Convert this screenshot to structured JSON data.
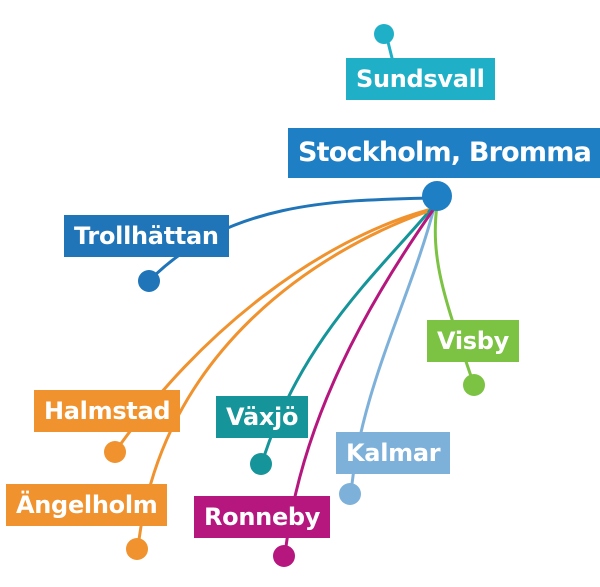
{
  "hub": {
    "name": "Stockholm, Bromma",
    "color": "#1f7fc4"
  },
  "destinations": [
    {
      "name": "Sundsvall",
      "color": "#1fb0c8"
    },
    {
      "name": "Trollhättan",
      "color": "#1f75b8"
    },
    {
      "name": "Visby",
      "color": "#7cc243"
    },
    {
      "name": "Halmstad",
      "color": "#f0922e"
    },
    {
      "name": "Växjö",
      "color": "#15949a"
    },
    {
      "name": "Kalmar",
      "color": "#7eb1da"
    },
    {
      "name": "Ängelholm",
      "color": "#f0922e"
    },
    {
      "name": "Ronneby",
      "color": "#b5177e"
    }
  ]
}
